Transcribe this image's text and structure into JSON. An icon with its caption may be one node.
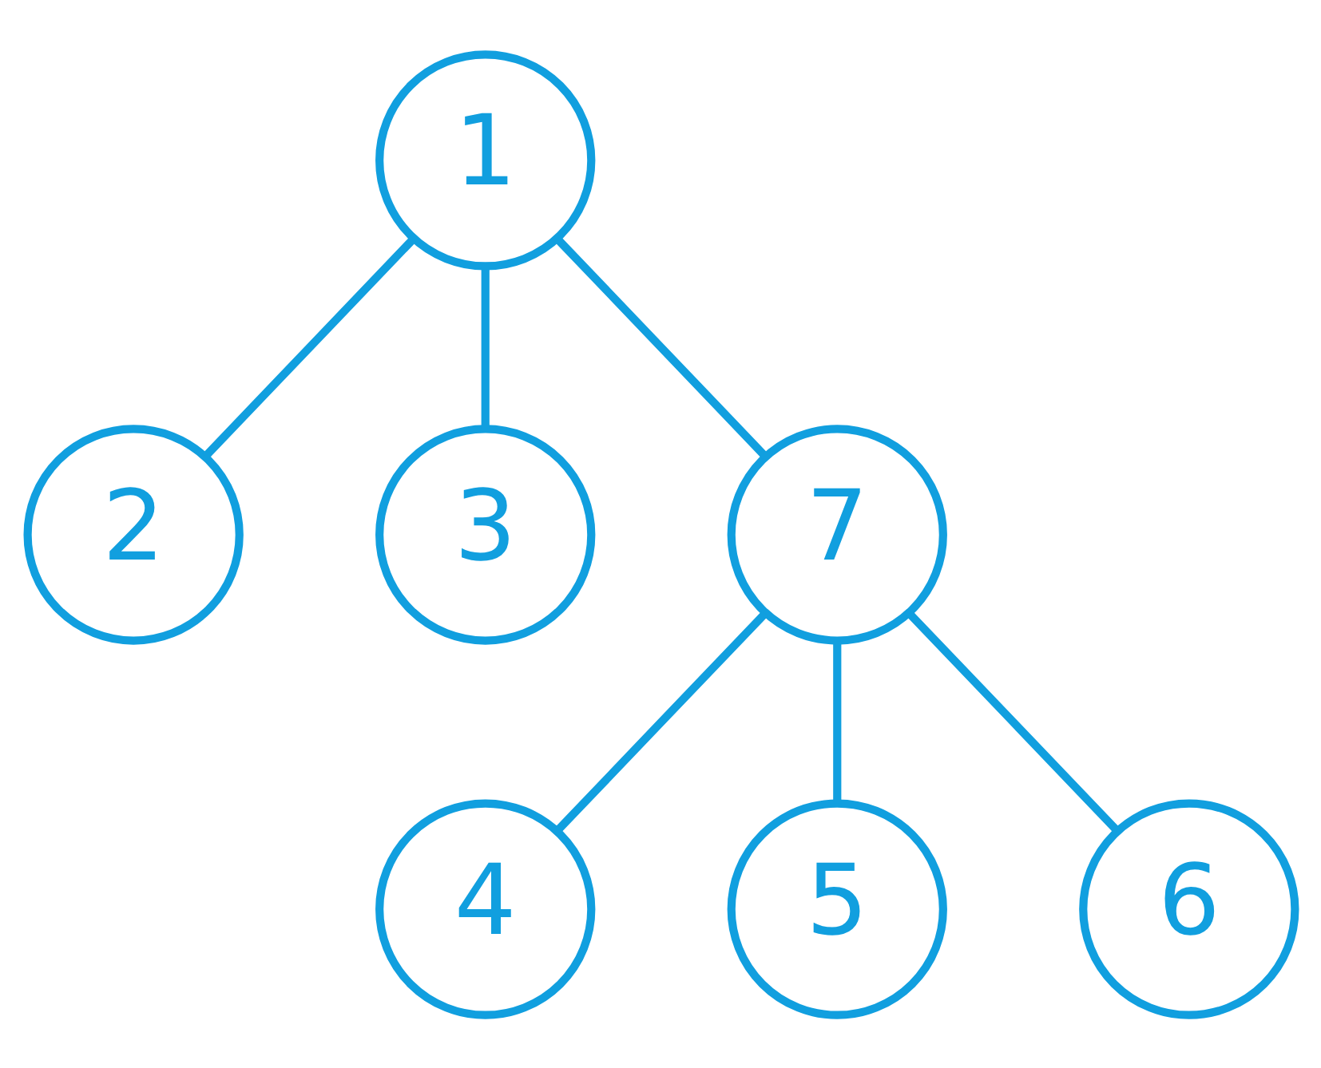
{
  "diagram": {
    "nodes": [
      {
        "text": [
          "1"
        ]
      },
      {
        "text": [
          "2"
        ]
      },
      {
        "text": [
          "3"
        ]
      },
      {
        "text": [
          "7"
        ]
      },
      {
        "text": [
          "4"
        ]
      },
      {
        "text": [
          "5"
        ]
      },
      {
        "text": [
          "6"
        ]
      }
    ],
    "edges": [
      {
        "from": 0,
        "to": 1,
        "arrow": "none"
      },
      {
        "from": 0,
        "to": 2,
        "arrow": "none"
      },
      {
        "from": 0,
        "to": 3,
        "arrow": "none"
      },
      {
        "from": 3,
        "to": 4,
        "arrow": "none"
      },
      {
        "from": 3,
        "to": 5,
        "arrow": "none"
      },
      {
        "from": 3,
        "to": 6,
        "arrow": "none"
      }
    ]
  }
}
